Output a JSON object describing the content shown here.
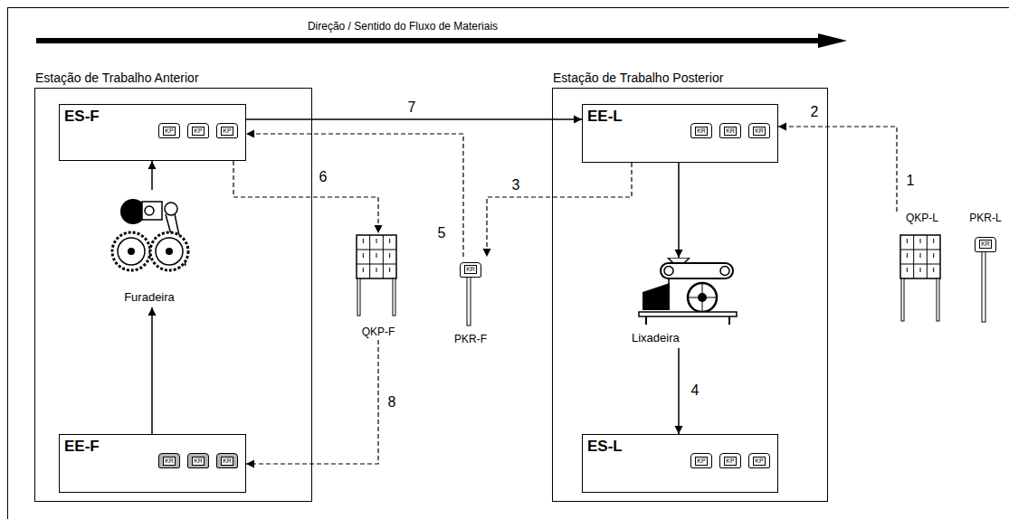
{
  "diagram": {
    "nodes": [
      {
        "text": [
          "Estação de Trabalho Anterior"
        ]
      },
      {
        "text": [
          "ES-F",
          "KP",
          "KP",
          "KP"
        ],
        "in": 0
      },
      {
        "text": [
          "Furadeira"
        ],
        "in": 0
      },
      {
        "text": [
          "EE-F",
          "KR",
          "KR",
          "KR"
        ],
        "in": 0
      },
      {
        "text": [
          "Estação de Trabalho Posterior"
        ]
      },
      {
        "text": [
          "EE-L",
          "KR",
          "KR",
          "KR"
        ],
        "in": 4
      },
      {
        "text": [
          "Lixadeira"
        ],
        "in": 4
      },
      {
        "text": [
          "ES-L",
          "KP",
          "KP",
          "KP"
        ],
        "in": 4
      },
      {
        "text": [
          "QKP-F"
        ]
      },
      {
        "text": [
          "PKR-F",
          "KR"
        ]
      },
      {
        "text": [
          "QKP-L"
        ]
      },
      {
        "text": [
          "PKR-L",
          "KR"
        ]
      }
    ],
    "edges": [
      {
        "from": 1,
        "to": 5,
        "label": "7",
        "arrow": "to"
      },
      {
        "from": 10,
        "to": 5,
        "label": "1",
        "arrow": "to"
      },
      {
        "from": 5,
        "to": 9,
        "label": "3",
        "arrow": "to"
      },
      {
        "from": 6,
        "to": 7,
        "label": "4",
        "arrow": "to"
      },
      {
        "from": 9,
        "to": 1,
        "label": "5",
        "arrow": "to"
      },
      {
        "from": 1,
        "to": 8,
        "label": "6",
        "arrow": "to"
      },
      {
        "from": 8,
        "to": 3,
        "label": "8",
        "arrow": "to"
      },
      {
        "from": 3,
        "to": 2,
        "arrow": "to"
      },
      {
        "from": 2,
        "to": 1,
        "arrow": "to"
      },
      {
        "from": 5,
        "to": 6,
        "arrow": "to"
      }
    ],
    "labels": [
      "Direção / Sentido do Fluxo de Materiais",
      "2"
    ]
  }
}
